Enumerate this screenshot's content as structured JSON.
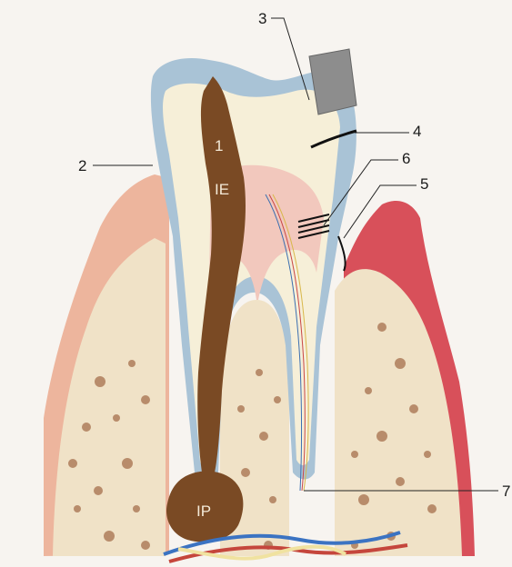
{
  "callouts": {
    "c2": "2",
    "c3": "3",
    "c4": "4",
    "c5": "5",
    "c6": "6",
    "c7": "7"
  },
  "regions": {
    "r1": "1",
    "rIE": "IE",
    "rIP": "IP"
  },
  "colors": {
    "decay": "#7a4a24",
    "enamel": "#a9c3d6",
    "dentin": "#f6efd8",
    "bone": "#f1e3c9",
    "bone_spots": "#b78b6a",
    "gum_left": "#e8a58d",
    "gum_right": "#d9525a",
    "filling": "#8d8d8d"
  }
}
